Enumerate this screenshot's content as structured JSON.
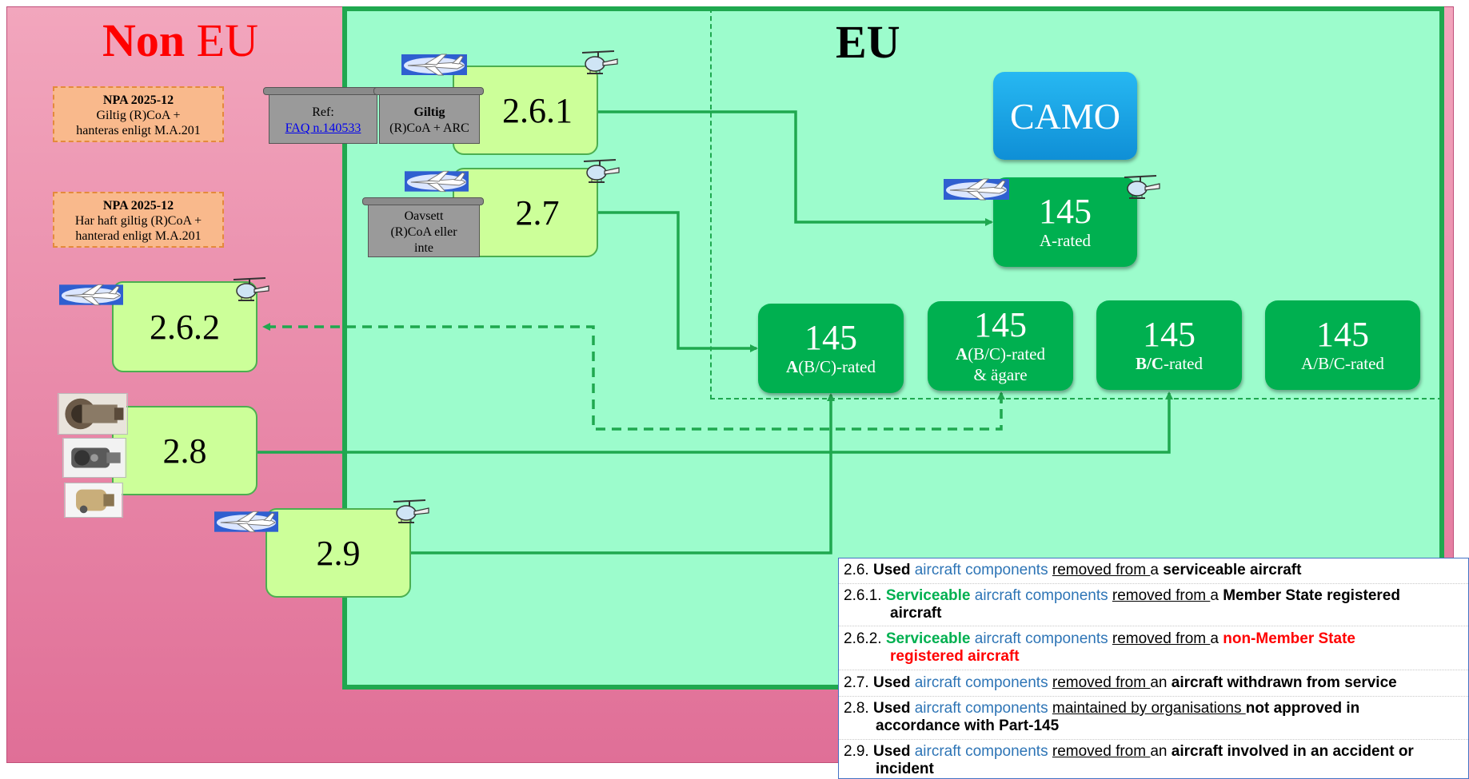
{
  "regions": {
    "non_eu_title_part1": "Non",
    "non_eu_title_part2": "EU",
    "eu_title": "EU"
  },
  "npa_notes": [
    {
      "title": "NPA 2025-12",
      "line1": "Giltig (R)CoA +",
      "line2": "hanteras enligt M.A.201"
    },
    {
      "title": "NPA 2025-12",
      "line1": "Har haft giltig (R)CoA +",
      "line2": "hanterad enligt M.A.201"
    }
  ],
  "scrolls": {
    "ref_label": "Ref:",
    "ref_link": "FAQ n.140533",
    "giltig_title": "Giltig",
    "giltig_text": "(R)CoA + ARC",
    "oavsett_line1": "Oavsett",
    "oavsett_line2": "(R)CoA eller",
    "oavsett_line3": "inte"
  },
  "source_boxes": {
    "b261": "2.6.1",
    "b27": "2.7",
    "b262": "2.6.2",
    "b28": "2.8",
    "b29": "2.9"
  },
  "camo": "CAMO",
  "targets": {
    "a_rated": {
      "num": "145",
      "sub": "A-rated"
    },
    "abc_rated": {
      "num": "145",
      "sub_bold": "A",
      "sub_rest": "(B/C)-rated"
    },
    "abc_owner": {
      "num": "145",
      "sub_bold": "A",
      "sub_rest": "(B/C)-rated",
      "sub2": "& ägare"
    },
    "bc_rated": {
      "num": "145",
      "sub_bold": "B/C",
      "sub_rest": "-rated"
    },
    "a_b_c_rated": {
      "num": "145",
      "sub": "A/B/C-rated"
    }
  },
  "icons": [
    "airplane-icon",
    "helicopter-icon",
    "turbine-engine-photo",
    "turboprop-engine-photo",
    "apu-photo"
  ],
  "colors": {
    "non_eu_bg": "#e87aa0",
    "eu_bg": "#9cfccc",
    "eu_border": "#1fa84f",
    "source_box": "#ccff99",
    "part145_box": "#00b050",
    "camo_box": "#1aa3e8",
    "npa_box": "#f9b98c",
    "arrow": "#1fa84f",
    "serviceable_text": "#00b050",
    "components_text": "#2e75b6",
    "non_member_text": "#ff0000"
  },
  "legend": {
    "r26": {
      "num": "2.6.",
      "used": "Used",
      "comp": "aircraft components",
      "removed": "removed from ",
      "a": "a ",
      "tail": "serviceable aircraft"
    },
    "r261": {
      "num": "2.6.1.",
      "serv": "Serviceable",
      "comp": "aircraft components",
      "removed": "removed from ",
      "a": "a ",
      "tail1": "Member State registered",
      "tail2": "aircraft"
    },
    "r262": {
      "num": "2.6.2.",
      "serv": "Serviceable",
      "comp": "aircraft components",
      "removed": "removed from ",
      "a": "a ",
      "tail1": "non-Member State",
      "tail2": "registered aircraft"
    },
    "r27": {
      "num": "2.7.",
      "used": "Used",
      "comp": "aircraft components",
      "removed": "removed from ",
      "a": "an ",
      "tail": "aircraft withdrawn from service"
    },
    "r28": {
      "num": "2.8.",
      "used": "Used",
      "comp": "aircraft components",
      "removed": "maintained by organisations ",
      "tail1": "not approved in",
      "tail2": "accordance with Part-145"
    },
    "r29": {
      "num": "2.9.",
      "used": "Used",
      "comp": "aircraft components",
      "removed": "removed from ",
      "a": "an ",
      "tail1": "aircraft involved in an accident or",
      "tail2": "incident"
    }
  }
}
